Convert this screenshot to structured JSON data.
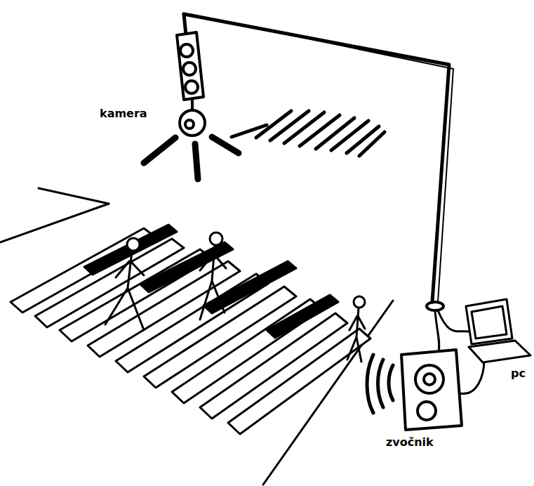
{
  "diagram": {
    "labels": [
      "kamera",
      "zvočnik",
      "pc"
    ]
  }
}
